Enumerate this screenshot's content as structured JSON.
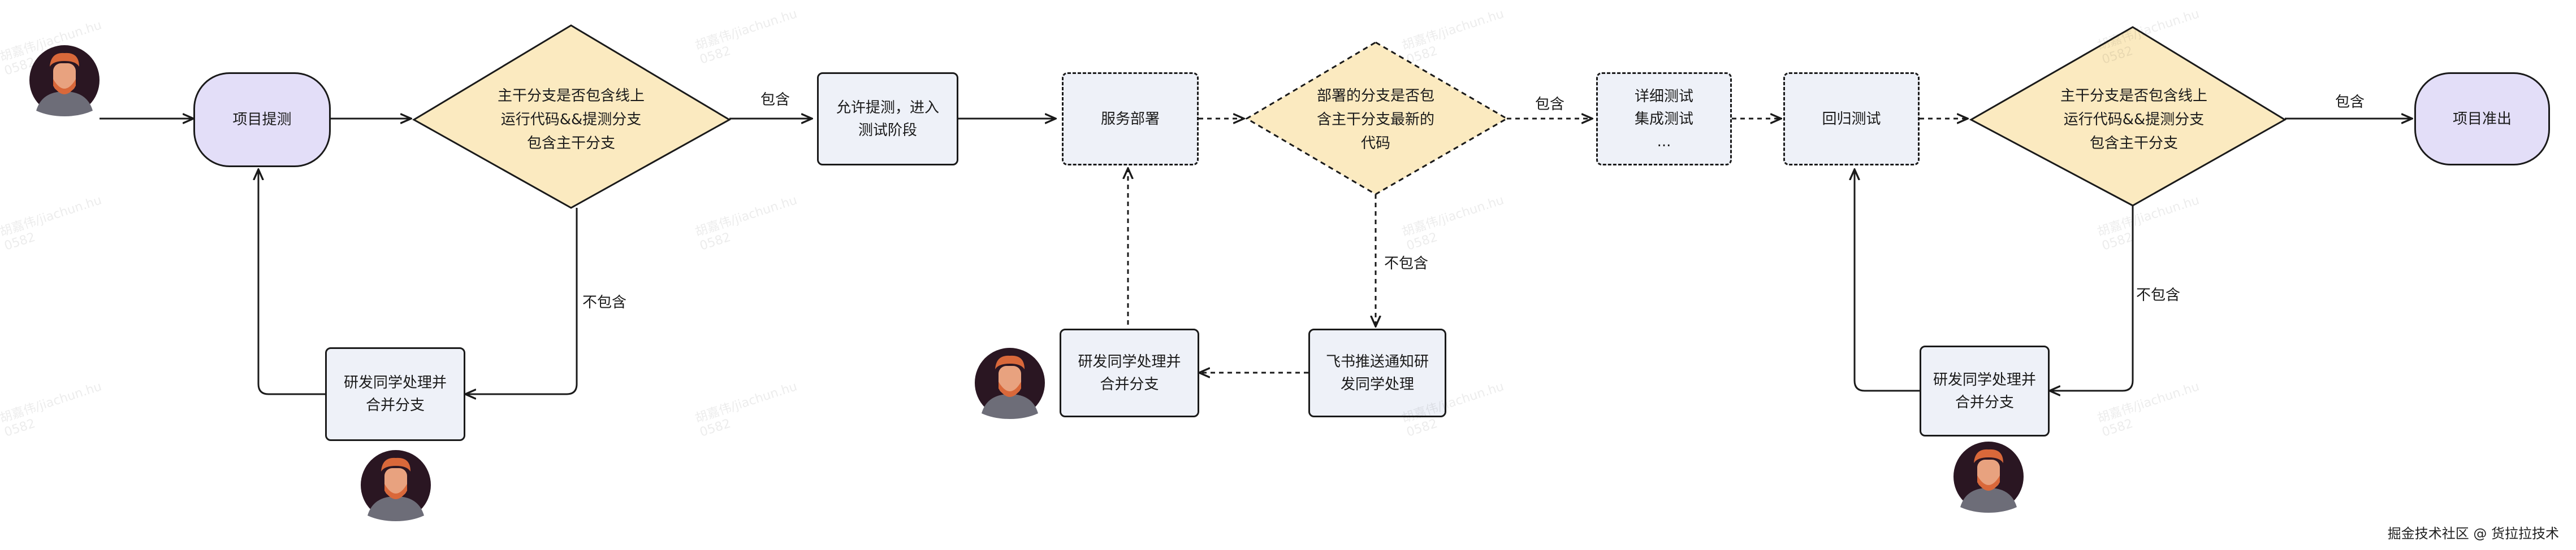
{
  "nodes": {
    "n1": "项目提测",
    "d1": "主干分支是否包含线上\n运行代码&&提测分支\n包含主干分支",
    "p1": "研发同学处理并\n合并分支",
    "n2": "允许提测，进入\n测试阶段",
    "n3": "服务部署",
    "d2": "部署的分支是否包\n含主干分支最新的\n代码",
    "p2": "飞书推送通知研\n发同学处理",
    "p3": "研发同学处理并\n合并分支",
    "n4": "详细测试\n集成测试\n...",
    "n5": "回归测试",
    "d3": "主干分支是否包含线上\n运行代码&&提测分支\n包含主干分支",
    "p4": "研发同学处理并\n合并分支",
    "n6": "项目准出"
  },
  "edge_labels": {
    "contain1": "包含",
    "notcontain1": "不包含",
    "contain2": "包含",
    "notcontain2": "不包含",
    "contain3": "包含",
    "notcontain3": "不包含"
  },
  "footer": "掘金技术社区 @ 货拉拉技术",
  "watermark": "胡嘉伟/jiachun.hu\n0582",
  "colors": {
    "terminal_fill": "#e3def8",
    "process_fill": "#eef1f8",
    "decision_fill": "#fbeac0",
    "line": "#1a1a1a",
    "avatar_bg": "#2a1622",
    "avatar_hair": "#d9683a"
  }
}
